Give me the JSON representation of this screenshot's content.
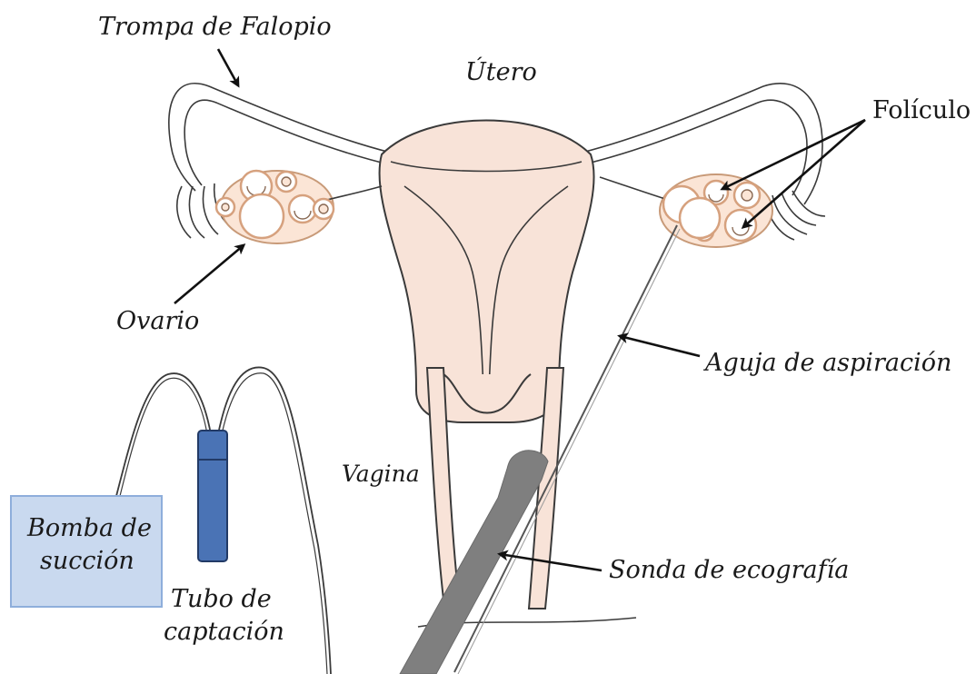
{
  "labels": {
    "fallopian_tube": "Trompa de Falopio",
    "uterus": "Útero",
    "follicle": "Folículo",
    "ovary": "Ovario",
    "aspiration_needle": "Aguja de aspiración",
    "vagina": "Vagina",
    "suction_pump_line1": "Bomba de",
    "suction_pump_line2": "succión",
    "collection_tube_line1": "Tubo de",
    "collection_tube_line2": "captación",
    "ultrasound_probe": "Sonda de ecografía"
  },
  "colors": {
    "tissue": "#f8e3d8",
    "ovary": "#fbe5d6",
    "follicle_outline": "#d6a17e",
    "pump_fill": "#c9d9ef",
    "pump_border": "#8eaedb",
    "collection_tube": "#4a73b5",
    "probe": "#7f7f7f"
  }
}
